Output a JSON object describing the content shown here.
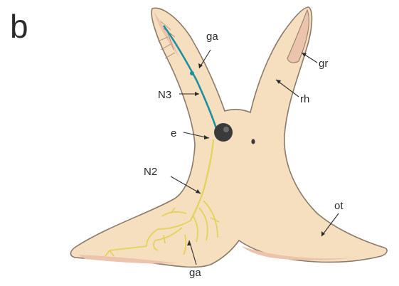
{
  "figure": {
    "panel_letter": "b",
    "colors": {
      "body_fill": "#f6dfbf",
      "body_outline": "#8a7a6a",
      "groove_fill": "#ecc4ad",
      "nerve_n3": "#1f8fa0",
      "nerve_n2": "#e2d35a",
      "eye": "#3a3a3a",
      "label_text": "#2b2b2b"
    },
    "labels": {
      "ga_top": "ga",
      "n3": "N3",
      "gr": "gr",
      "rh": "rh",
      "e": "e",
      "n2": "N2",
      "ot": "ot",
      "ga_bottom": "ga"
    }
  }
}
